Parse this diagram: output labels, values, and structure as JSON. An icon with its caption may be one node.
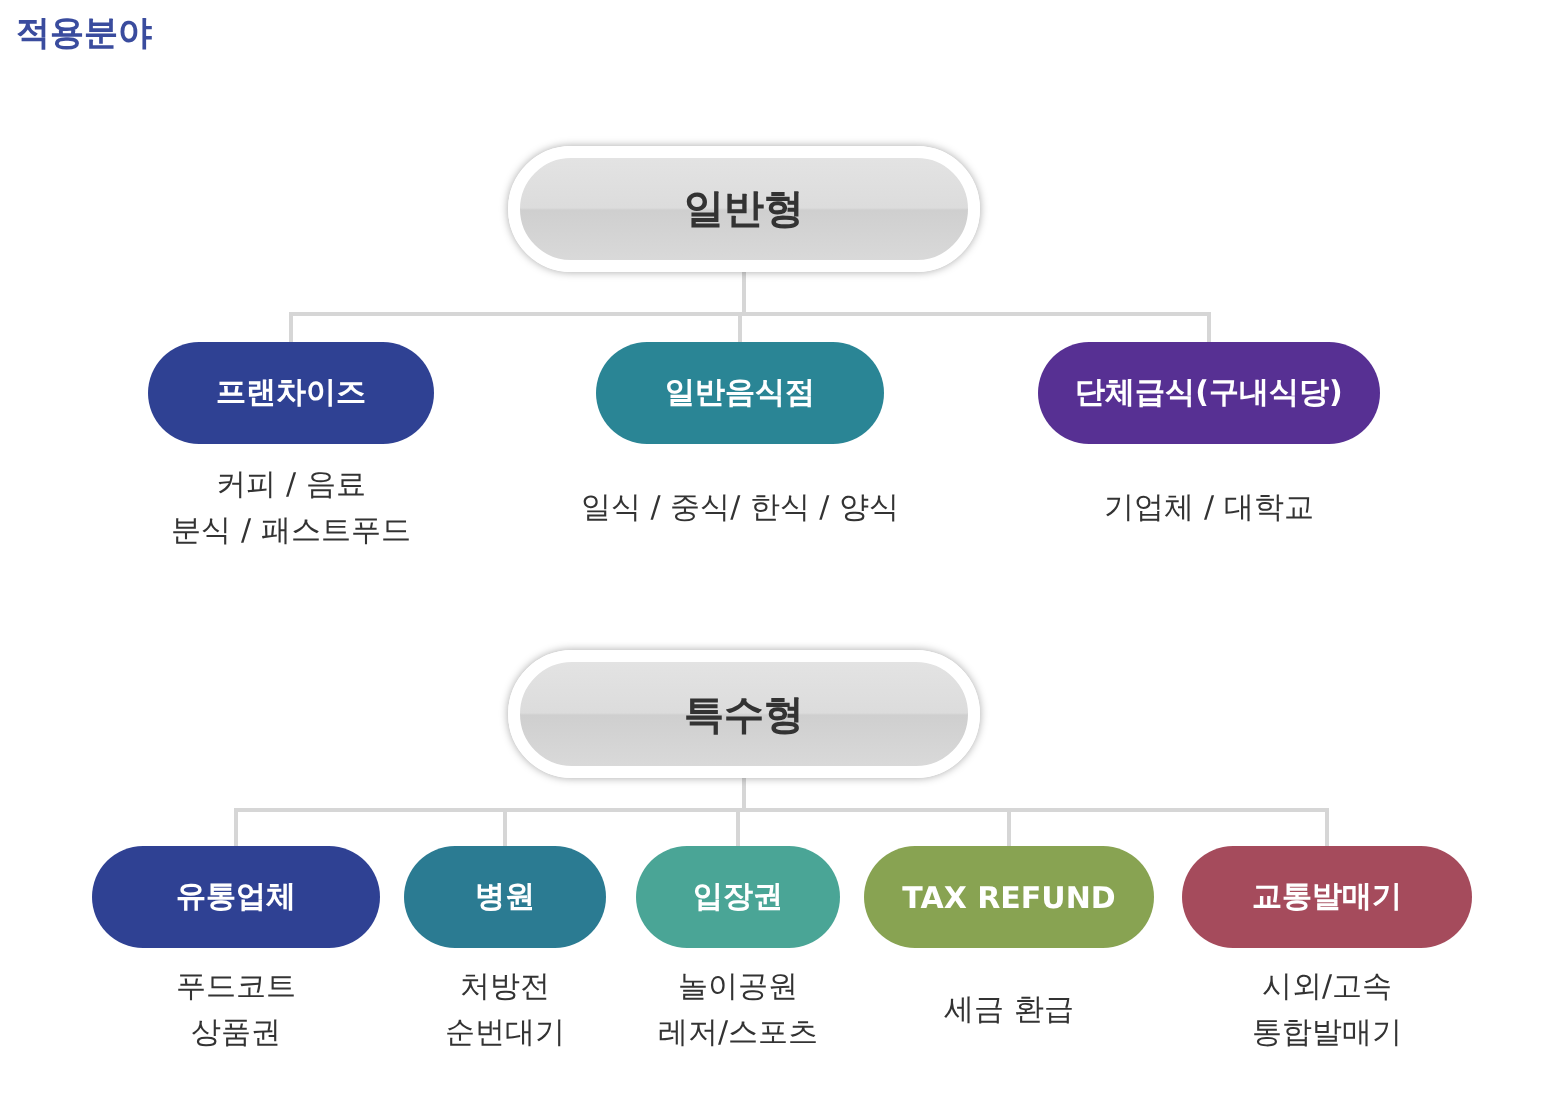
{
  "diagram": {
    "title": "적용분야",
    "nodes": [
      {
        "text": [
          "일반형"
        ]
      },
      {
        "text": [
          "프랜차이즈"
        ],
        "beside": [
          "커피 / 음료",
          "분식 / 패스트푸드"
        ]
      },
      {
        "text": [
          "일반음식점"
        ],
        "beside": [
          "일식 / 중식/ 한식 / 양식"
        ]
      },
      {
        "text": [
          "단체급식(구내식당)"
        ],
        "beside": [
          "기업체 / 대학교"
        ]
      },
      {
        "text": [
          "특수형"
        ]
      },
      {
        "text": [
          "유통업체"
        ],
        "beside": [
          "푸드코트",
          "상품권"
        ]
      },
      {
        "text": [
          "병원"
        ],
        "beside": [
          "처방전 순번대기"
        ]
      },
      {
        "text": [
          "입장권"
        ],
        "beside": [
          "놀이공원",
          "레저/스포츠"
        ]
      },
      {
        "text": [
          "TAX REFUND"
        ],
        "beside": [
          "세금 환급"
        ]
      },
      {
        "text": [
          "교통발매기"
        ],
        "beside": [
          "시외/고속 통합발매기"
        ]
      }
    ],
    "edges": [
      {
        "from": 0,
        "to": 1,
        "arrow": "none"
      },
      {
        "from": 0,
        "to": 2,
        "arrow": "none"
      },
      {
        "from": 0,
        "to": 3,
        "arrow": "none"
      },
      {
        "from": 4,
        "to": 5,
        "arrow": "none"
      },
      {
        "from": 4,
        "to": 6,
        "arrow": "none"
      },
      {
        "from": 4,
        "to": 7,
        "arrow": "none"
      },
      {
        "from": 4,
        "to": 8,
        "arrow": "none"
      },
      {
        "from": 4,
        "to": 9,
        "arrow": "none"
      }
    ]
  }
}
